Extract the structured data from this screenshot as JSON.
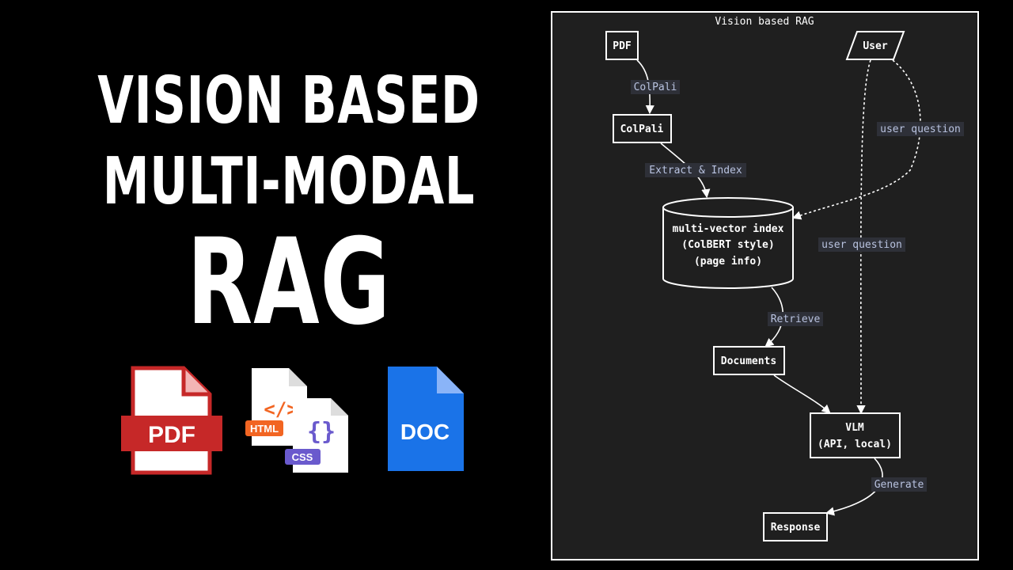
{
  "headline": {
    "line1": "VISION BASED",
    "line2": "MULTI-MODAL",
    "line3": "RAG"
  },
  "file_icons": [
    {
      "name": "pdf",
      "label": "PDF",
      "color": "#d32f2f"
    },
    {
      "name": "html",
      "label": "HTML",
      "color": "#f26522"
    },
    {
      "name": "css",
      "label": "CSS",
      "color": "#6a5acd"
    },
    {
      "name": "doc",
      "label": "DOC",
      "color": "#1a73e8"
    }
  ],
  "diagram": {
    "title": "Vision based RAG",
    "nodes": {
      "pdf": "PDF",
      "user": "User",
      "colpali": "ColPali",
      "index": [
        "multi-vector index",
        "(ColBERT style)",
        "(page info)"
      ],
      "documents": "Documents",
      "vlm": [
        "VLM",
        "(API, local)"
      ],
      "response": "Response"
    },
    "edges": {
      "pdf_colpali": "ColPali",
      "colpali_index": "Extract & Index",
      "user_index": "user question",
      "user_vlm": "user question",
      "index_documents": "Retrieve",
      "vlm_response": "Generate"
    }
  },
  "colors": {
    "background": "#000000",
    "panel": "#1f1f1f",
    "stroke": "#ffffff",
    "edge_label": "#b9c3e0",
    "edge_label_bg": "#2e3038"
  }
}
